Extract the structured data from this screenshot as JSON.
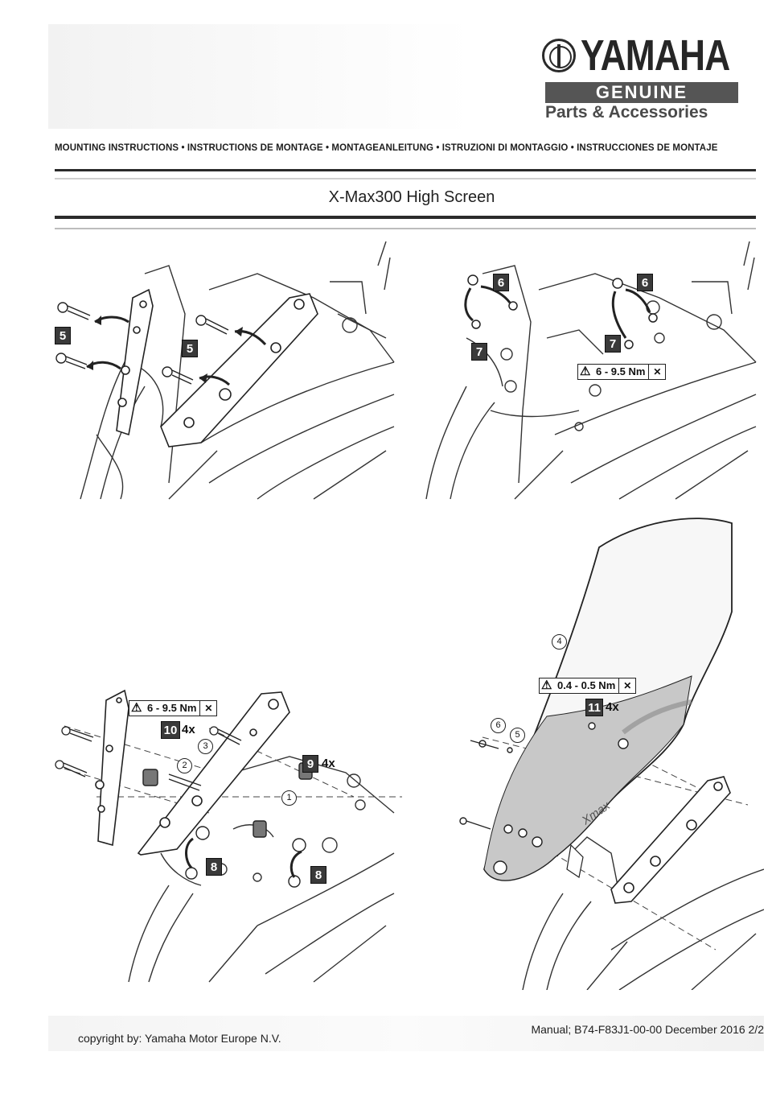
{
  "brand": {
    "wordmark": "YAMAHA",
    "genuine": "GENUINE",
    "parts": "Parts & Accessories"
  },
  "header": {
    "languages": "MOUNTING INSTRUCTIONS • INSTRUCTIONS DE MONTAGE • MONTAGEANLEITUNG • ISTRUZIONI DI MONTAGGIO • INSTRUCCIONES DE MONTAJE",
    "title": "X-Max300 High Screen"
  },
  "steps": {
    "panel1": {
      "step_a": "5",
      "step_b": "5"
    },
    "panel2": {
      "step_6a": "6",
      "step_6b": "6",
      "step_7a": "7",
      "step_7b": "7",
      "torque": "6 - 9.5 Nm"
    },
    "panel3": {
      "torque": "6 - 9.5 Nm",
      "step_10": "10",
      "qty_10": "4x",
      "step_9": "9",
      "qty_9": "4x",
      "step_8a": "8",
      "step_8b": "8",
      "part_1": "1",
      "part_2": "2",
      "part_3": "3"
    },
    "panel4": {
      "part_4": "4",
      "torque": "0.4 - 0.5 Nm",
      "step_11": "11",
      "qty_11": "4x",
      "part_5": "5",
      "part_6": "6",
      "screen_logo": "Xmax"
    }
  },
  "footer": {
    "copyright": "copyright by: Yamaha Motor Europe N.V.",
    "manual": "Manual; B74-F83J1-00-00 December 2016 2/2"
  }
}
